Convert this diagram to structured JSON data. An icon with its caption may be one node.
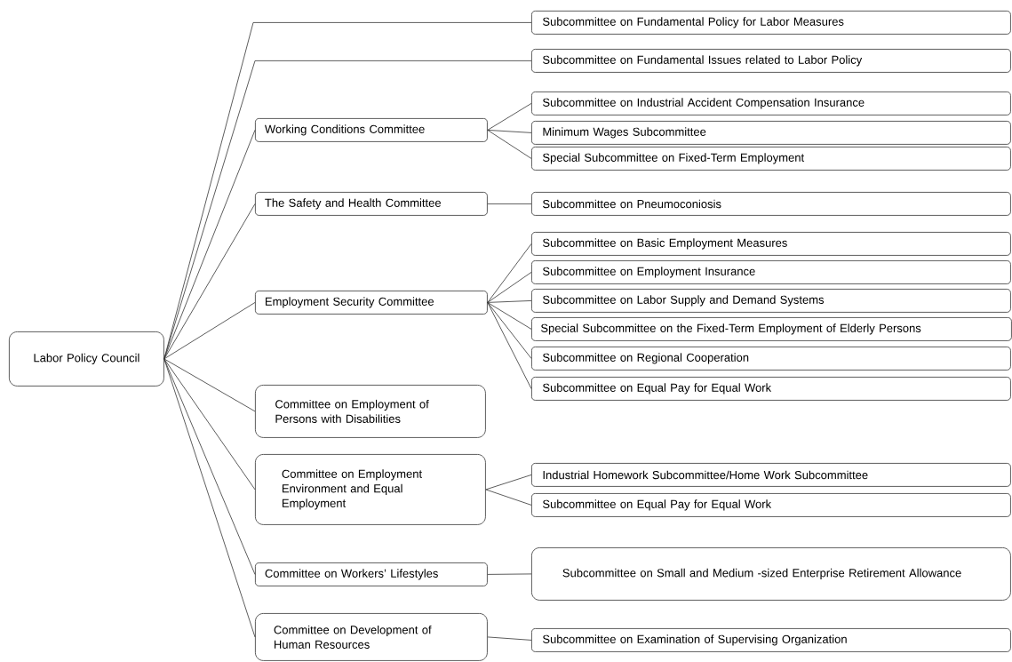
{
  "diagram": {
    "nodes": [
      {
        "text": [
          "Labor Policy Council"
        ]
      },
      {
        "text": [
          "Subcommittee on Fundamental Policy for Labor Measures"
        ]
      },
      {
        "text": [
          "Subcommittee on Fundamental Issues related to Labor Policy"
        ]
      },
      {
        "text": [
          "Working Conditions Committee"
        ]
      },
      {
        "text": [
          "Subcommittee on Industrial Accident Compensation Insurance"
        ]
      },
      {
        "text": [
          "Minimum Wages Subcommittee"
        ]
      },
      {
        "text": [
          "Special Subcommittee on Fixed-Term Employment"
        ]
      },
      {
        "text": [
          "The Safety and Health Committee"
        ]
      },
      {
        "text": [
          "Subcommittee on Pneumoconiosis"
        ]
      },
      {
        "text": [
          "Employment Security Committee"
        ]
      },
      {
        "text": [
          "Subcommittee on Basic Employment Measures"
        ]
      },
      {
        "text": [
          "Subcommittee on Employment Insurance"
        ]
      },
      {
        "text": [
          "Subcommittee on Labor Supply and Demand Systems"
        ]
      },
      {
        "text": [
          "Special Subcommittee on the Fixed-Term Employment of Elderly Persons"
        ]
      },
      {
        "text": [
          "Subcommittee on Regional Cooperation"
        ]
      },
      {
        "text": [
          "Subcommittee on Equal Pay for Equal Work"
        ]
      },
      {
        "text": [
          "Committee on Employment of Persons with Disabilities"
        ]
      },
      {
        "text": [
          "Committee on Employment Environment and Equal Employment"
        ]
      },
      {
        "text": [
          "Industrial Homework Subcommittee/Home Work Subcommittee"
        ]
      },
      {
        "text": [
          "Subcommittee on Equal Pay for Equal Work"
        ]
      },
      {
        "text": [
          "Committee on Workers’ Lifestyles"
        ]
      },
      {
        "text": [
          "Subcommittee on Small and Medium -sized Enterprise Retirement Allowance"
        ]
      },
      {
        "text": [
          "Committee on Development of Human Resources"
        ]
      },
      {
        "text": [
          "Subcommittee on Examination of Supervising Organization"
        ]
      }
    ],
    "edges": [
      {
        "from": 0,
        "to": 1,
        "arrow": "none"
      },
      {
        "from": 0,
        "to": 2,
        "arrow": "none"
      },
      {
        "from": 0,
        "to": 3,
        "arrow": "none"
      },
      {
        "from": 3,
        "to": 4,
        "arrow": "none"
      },
      {
        "from": 3,
        "to": 5,
        "arrow": "none"
      },
      {
        "from": 3,
        "to": 6,
        "arrow": "none"
      },
      {
        "from": 0,
        "to": 7,
        "arrow": "none"
      },
      {
        "from": 7,
        "to": 8,
        "arrow": "none"
      },
      {
        "from": 0,
        "to": 9,
        "arrow": "none"
      },
      {
        "from": 9,
        "to": 10,
        "arrow": "none"
      },
      {
        "from": 9,
        "to": 11,
        "arrow": "none"
      },
      {
        "from": 9,
        "to": 12,
        "arrow": "none"
      },
      {
        "from": 9,
        "to": 13,
        "arrow": "none"
      },
      {
        "from": 9,
        "to": 14,
        "arrow": "none"
      },
      {
        "from": 9,
        "to": 15,
        "arrow": "none"
      },
      {
        "from": 0,
        "to": 16,
        "arrow": "none"
      },
      {
        "from": 0,
        "to": 17,
        "arrow": "none"
      },
      {
        "from": 17,
        "to": 18,
        "arrow": "none"
      },
      {
        "from": 17,
        "to": 19,
        "arrow": "none"
      },
      {
        "from": 0,
        "to": 20,
        "arrow": "none"
      },
      {
        "from": 20,
        "to": 21,
        "arrow": "none"
      },
      {
        "from": 0,
        "to": 22,
        "arrow": "none"
      },
      {
        "from": 22,
        "to": 23,
        "arrow": "none"
      }
    ]
  }
}
